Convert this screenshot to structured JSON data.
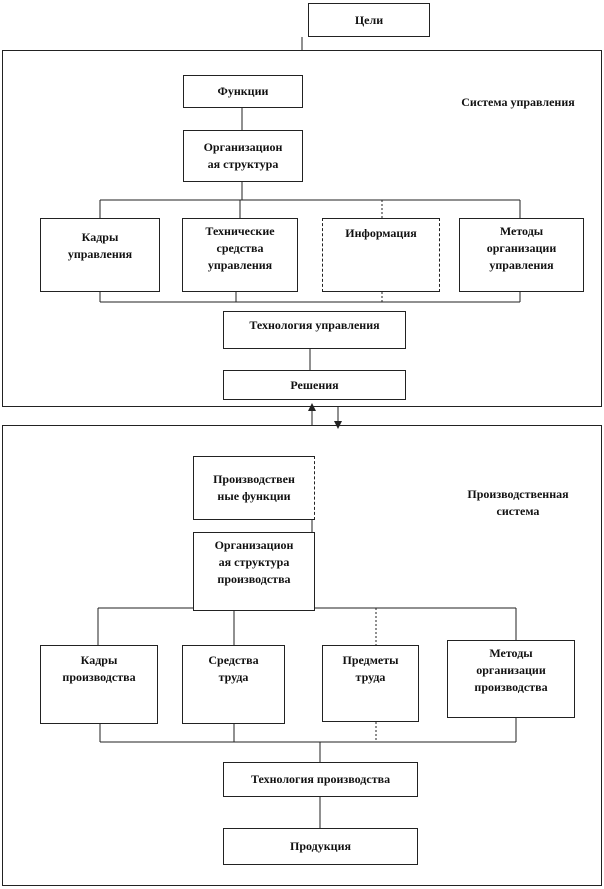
{
  "top": {
    "goals": "Цели"
  },
  "management_system": {
    "caption": "Система управления",
    "functions": "Функции",
    "org_structure": "Организацион\nая структура",
    "personnel": "Кадры\nуправления",
    "technical_means": "Технические\nсредства\nуправления",
    "information": "Информация",
    "methods": "Методы\nорганизации\nуправления",
    "technology": "Технология управления",
    "decisions": "Решения"
  },
  "production_system": {
    "caption": "Производственная\nсистема",
    "functions": "Производствен\nные функции",
    "org_structure": "Организацион\nая структура\nпроизводства",
    "personnel": "Кадры\nпроизводства",
    "means_of_labor": "Средства\nтруда",
    "objects_of_labor": "Предметы\nтруда",
    "methods": "Методы\nорганизации\nпроизводства",
    "technology": "Технология производства",
    "products": "Продукция"
  }
}
